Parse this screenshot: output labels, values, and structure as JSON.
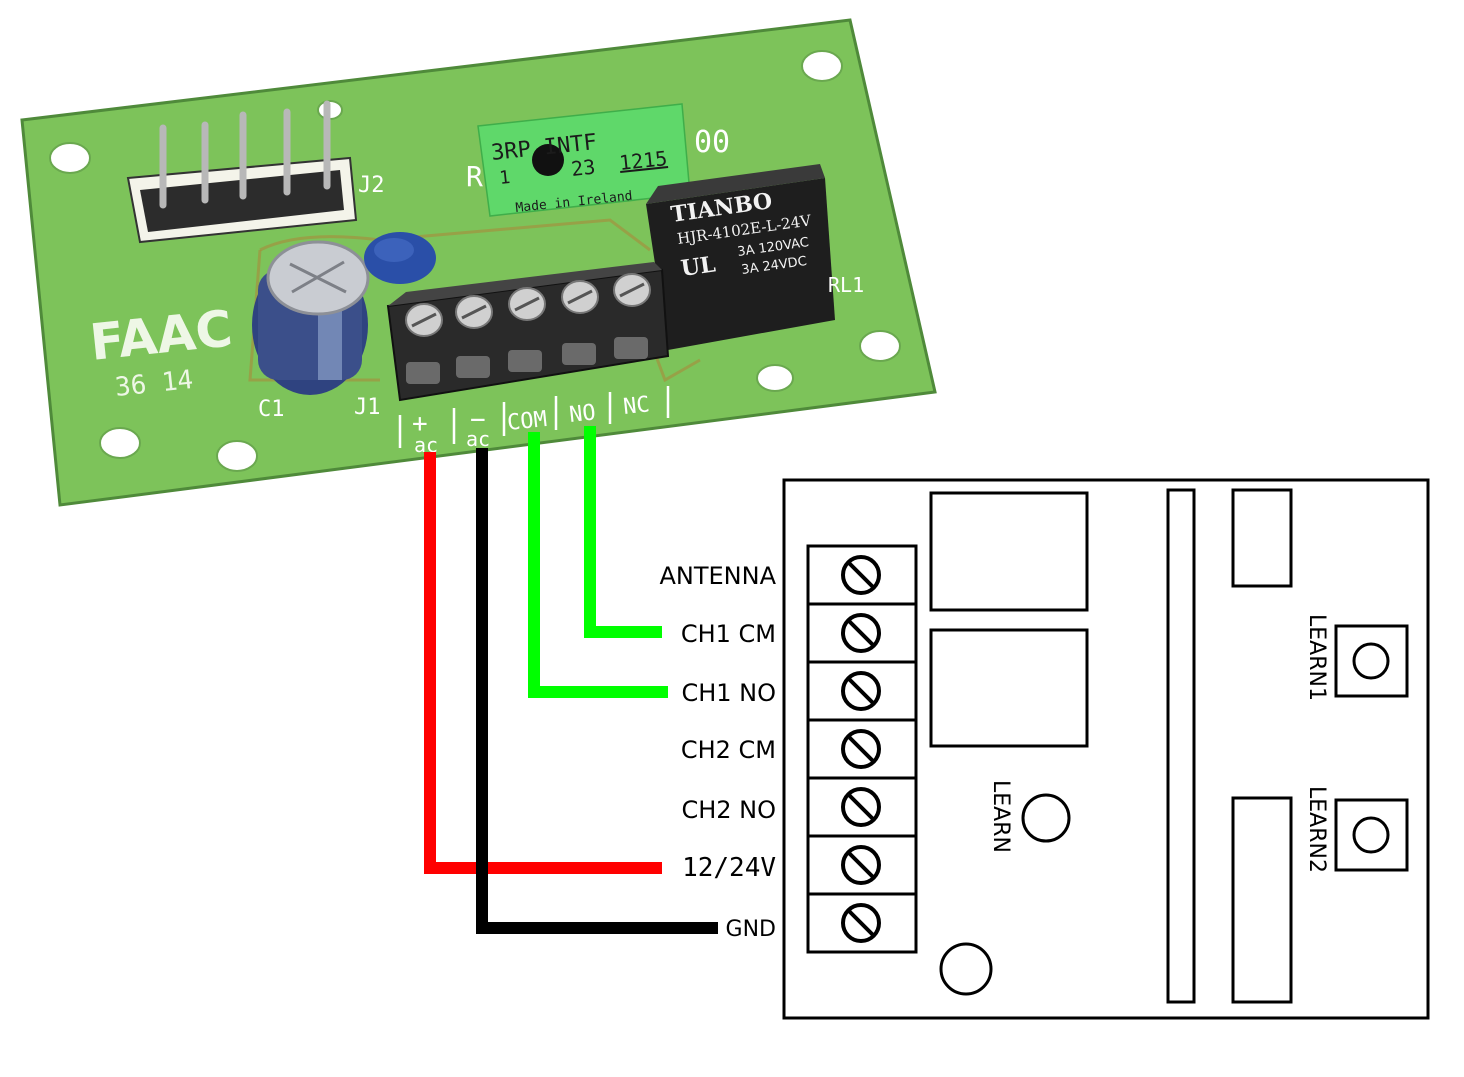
{
  "pcb": {
    "brand": "FAAC",
    "code": "36 14",
    "sticker": {
      "line1": "3RP INTF",
      "line2_a": "1",
      "line2_b": "23",
      "line2_c": "1215",
      "line3": "Made in Ireland"
    },
    "silk_r": "R",
    "silk_00": "00",
    "silk_j2": "J2",
    "silk_j1": "J1",
    "silk_c1": "C1",
    "silk_rl1": "RL1",
    "relay": {
      "brand": "TIANBO",
      "model": "HJR-4102E-L-24V",
      "rating1": "3A 120VAC",
      "rating2": "3A 24VDC",
      "ul_mark": "UL"
    },
    "terminals": [
      {
        "top": "+",
        "bottom": "ac"
      },
      {
        "top": "−",
        "bottom": "ac"
      },
      {
        "top": "COM",
        "bottom": ""
      },
      {
        "top": "NO",
        "bottom": ""
      },
      {
        "top": "NC",
        "bottom": ""
      }
    ]
  },
  "receiver": {
    "terminal_labels": [
      "ANTENNA",
      "CH1 CM",
      "CH1 NO",
      "CH2 CM",
      "CH2 NO",
      "12/24V",
      "GND"
    ],
    "learn": "LEARN",
    "learn1": "LEARN1",
    "learn2": "LEARN2"
  },
  "wires": [
    {
      "from": "+ ac",
      "to": "12/24V",
      "color": "#ff0000"
    },
    {
      "from": "− ac",
      "to": "GND",
      "color": "#000000"
    },
    {
      "from": "COM",
      "to": "CH1 NO",
      "color": "#00ff00"
    },
    {
      "from": "NO",
      "to": "CH1 CM",
      "color": "#00ff00"
    }
  ],
  "colors": {
    "pcb": "#7dc35a",
    "pcb_dark": "#5a9a40",
    "sticker": "#5fd86a",
    "relay": "#1e1e1e",
    "terminal_block": "#2a2a2a",
    "capacitor": "#3b4f8a",
    "ceramic_cap": "#2a4fa8",
    "red_wire": "#ff0000",
    "black_wire": "#000000",
    "green_wire": "#00ff00"
  }
}
